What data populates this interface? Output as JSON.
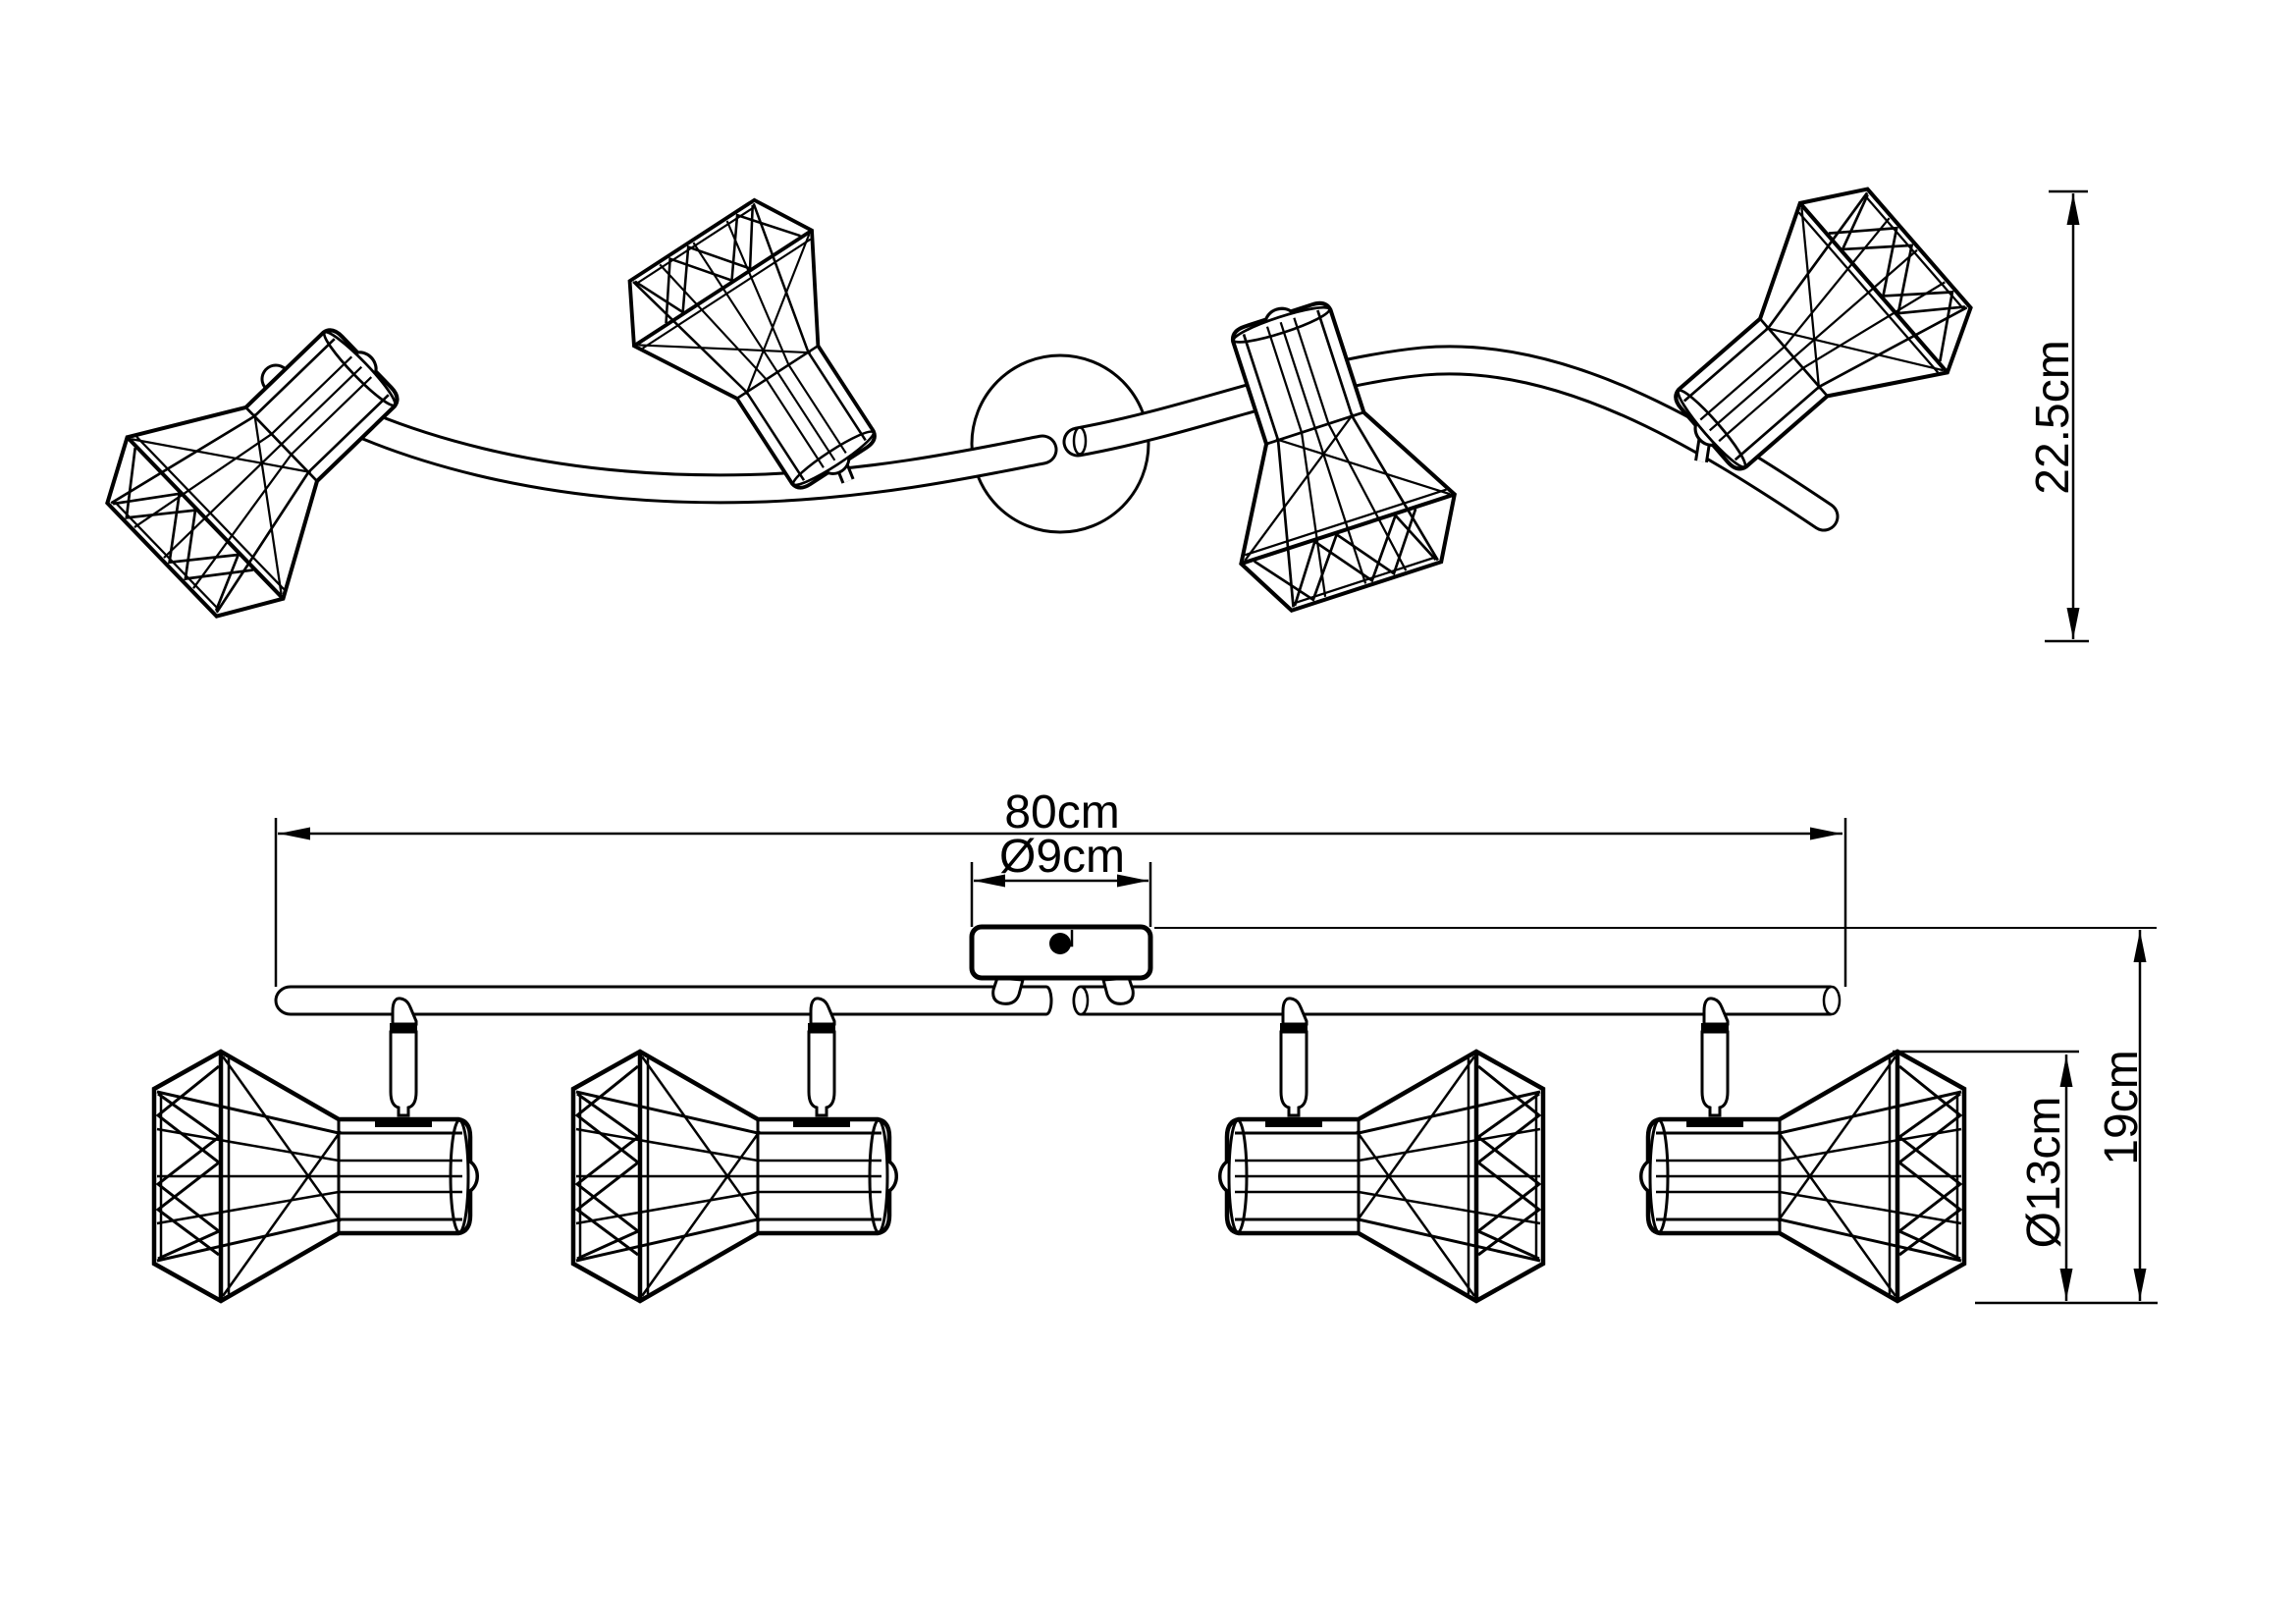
{
  "drawing": {
    "type": "technical dimension drawing",
    "subject": "4-light wire-cage ceiling spotlight bar",
    "views": {
      "top": {
        "name": "perspective-view",
        "lamp_count": 4,
        "has_canopy_circle": true
      },
      "front": {
        "name": "front-view",
        "lamp_count": 4,
        "bar_gap_center": true
      }
    },
    "dimensions": {
      "total_width": {
        "label": "80cm"
      },
      "canopy_diameter": {
        "label": "Ø9cm"
      },
      "perspective_height": {
        "label": "22.5cm"
      },
      "fixture_height": {
        "label": "19cm"
      },
      "shade_diameter": {
        "label": "Ø13cm"
      }
    },
    "colors": {
      "line": "#000000",
      "background": "#ffffff"
    }
  }
}
